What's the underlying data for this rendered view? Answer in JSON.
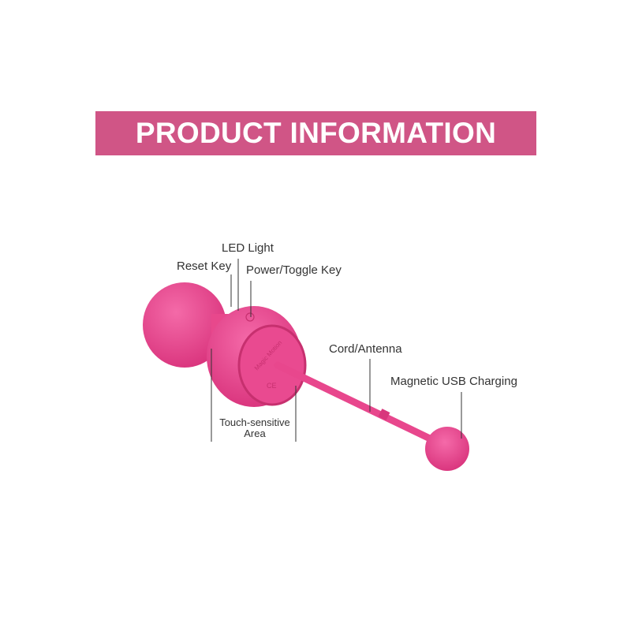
{
  "header": {
    "title": "PRODUCT INFORMATION",
    "background_color": "#d05586"
  },
  "labels": {
    "led_light": "LED Light",
    "reset_key": "Reset Key",
    "power_toggle_key": "Power/Toggle Key",
    "cord_antenna": "Cord/Antenna",
    "magnetic_usb_charging": "Magnetic USB Charging",
    "touch_sensitive_line1": "Touch-sensitive",
    "touch_sensitive_line2": "Area"
  },
  "product": {
    "color": "#ee4f97",
    "logo_text": "Magic Motion",
    "mark_text": "CE"
  }
}
